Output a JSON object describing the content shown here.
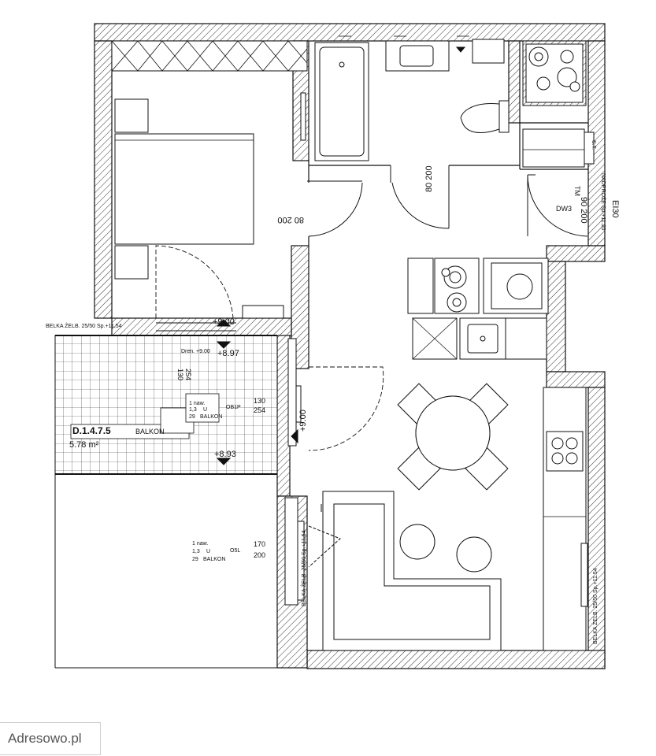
{
  "labels": {
    "beam_top": "BELKA ŻELB. 25/50 Sp.+11.54",
    "beam_mid": "BELKA ŻELB. 25/50 Sp.+11.54",
    "beam_right": "BELKA ŻELB. 25/50 Sp.+11.54",
    "lintel": "NADPROŻE Sp.+11.20",
    "level_900_a": "+9.00",
    "level_897": "+8.97",
    "level_900_b": "+9.00",
    "level_893": "+8.93",
    "balcony_id": "D.1.4.7.5",
    "balcony_name": "BALKON",
    "balcony_area": "5.78 m²",
    "door_bedroom": "80 200",
    "door_bath": "80 200",
    "door_dw3": "90 200",
    "dw3": "DW3",
    "tm": "TM",
    "ei30": "EI30",
    "st": "S.T.",
    "window_ob1p_tag": "OB1P",
    "window_ob1p_w": "130",
    "window_ob1p_h": "254",
    "window_ob1p_left_a": "130",
    "window_ob1p_left_b": "254",
    "window_o5l_tag": "O5L",
    "window_o5l_w": "170",
    "window_o5l_h": "200",
    "sched_1": "1 naw.",
    "sched_2": "1,3",
    "sched_3": "U",
    "sched_4": "29",
    "sched_5": "BALKON",
    "sched_r1": "1 naw.",
    "sched_r2": "1,3",
    "sched_r3": "U",
    "sched_r4": "29",
    "sched_r5": "BALKON",
    "drain": "Dren. +9.00"
  },
  "watermark": "Adresowo.pl"
}
